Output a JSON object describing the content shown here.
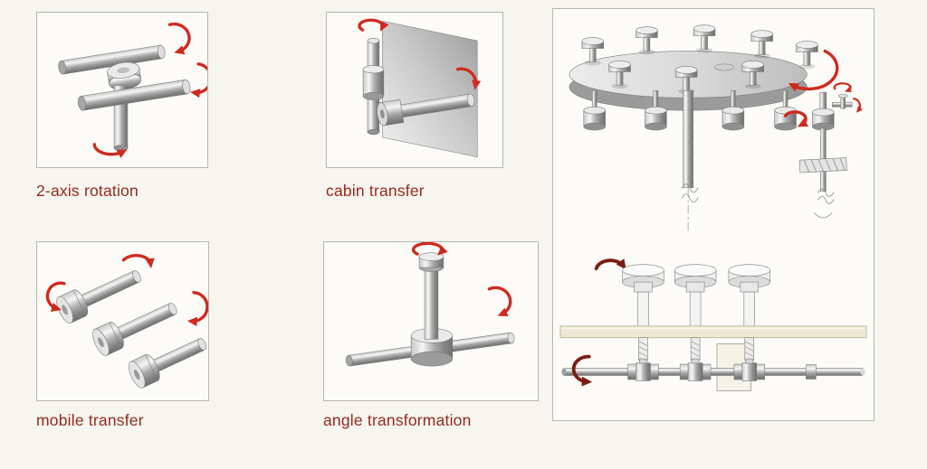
{
  "page": {
    "background": "#f6f5ef"
  },
  "colors": {
    "label_text": "#96291c",
    "rotation_arrow": "#cf2a1f",
    "dark_arrow": "#7a1d12",
    "box_border": "#b6b6ae",
    "box_bg": "#fcfbf7"
  },
  "figures": [
    {
      "id": "two-axis-rotation",
      "label": "2-axis rotation"
    },
    {
      "id": "cabin-transfer",
      "label": "cabin transfer"
    },
    {
      "id": "mobile-transfer",
      "label": "mobile transfer"
    },
    {
      "id": "angle-transformation",
      "label": "angle transformation"
    }
  ]
}
